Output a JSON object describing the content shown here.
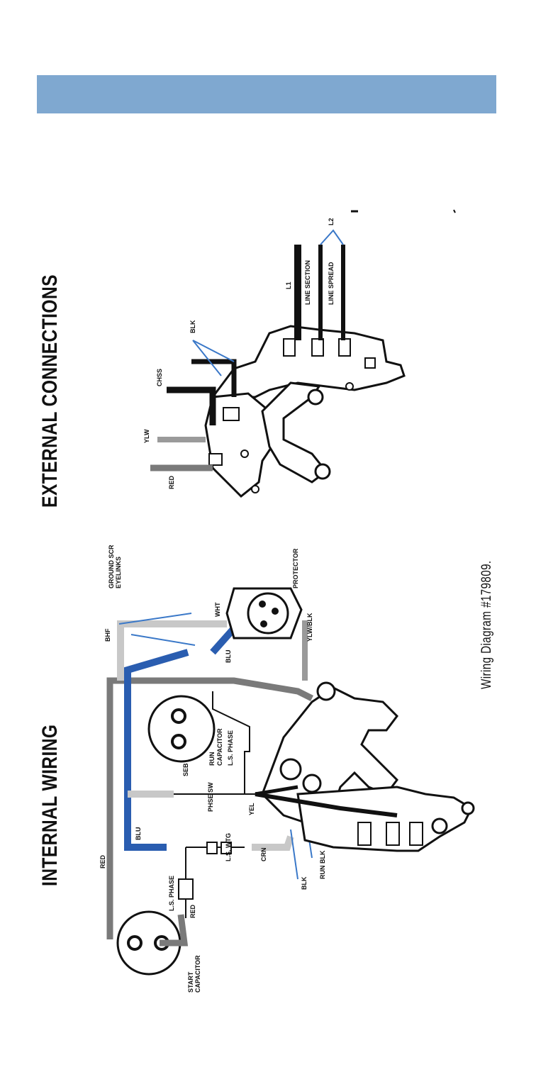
{
  "titles": {
    "internal": "INTERNAL WIRING",
    "external": "EXTERNAL CONNECTIONS"
  },
  "caption": "Wiring Diagram #179809.",
  "colors": {
    "header_bar": "#7fa8d0",
    "wire_blue": "#2a5db0",
    "wire_gray": "#7a7a7a",
    "wire_light_gray": "#c8c8c8",
    "wire_black": "#111111",
    "leader_blue": "#3a78c8"
  },
  "icons": [
    "start-capacitor-icon",
    "run-capacitor-icon",
    "protector-icon",
    "switch-icon",
    "terminal-board-icon"
  ]
}
